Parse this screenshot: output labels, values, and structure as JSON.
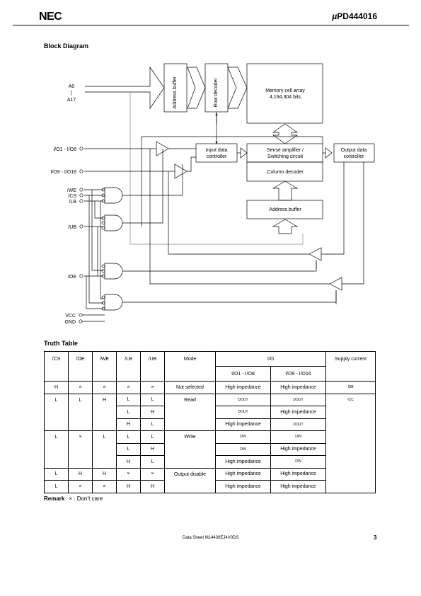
{
  "header": {
    "logo": "NEC",
    "part_prefix": "µ",
    "part_number": "PD444016"
  },
  "block_diagram": {
    "title": "Block Diagram",
    "blocks": {
      "address_buffer_top": "Address buffer",
      "row_decoder": "Row decoder",
      "memory_line1": "Memory cell array",
      "memory_line2": "4,194,304 bits",
      "sense_line1": "Sense amplifier /",
      "sense_line2": "Switching circuit",
      "column_decoder": "Column decoder",
      "address_buffer_bottom": "Address buffer",
      "input_ctrl_line1": "Input data",
      "input_ctrl_line2": "controller",
      "output_ctrl_line1": "Output data",
      "output_ctrl_line2": "controller"
    },
    "pins": {
      "a0": "A0",
      "a_sep": "|",
      "a17": "A17",
      "io1_8": "I/O1 - I/O8",
      "io9_16": "I/O9 - I/O16",
      "we": "/WE",
      "cs": "/CS",
      "lb": "/LB",
      "ub": "/UB",
      "oe": "/OE",
      "vcc": "VCC",
      "gnd": "GND"
    }
  },
  "truth_table": {
    "title": "Truth Table",
    "headers": {
      "cs": "/CS",
      "oe": "/OE",
      "we": "/WE",
      "lb": "/LB",
      "ub": "/UB",
      "mode": "Mode",
      "io": "I/O",
      "io1": "I/O1 - I/O8",
      "io9": "I/O9 - I/O16",
      "supply": "Supply current"
    },
    "rows": {
      "r1": {
        "cs": "H",
        "oe": "×",
        "we": "×",
        "lb": "×",
        "ub": "×",
        "mode": "Not selected",
        "io1": "High impedance",
        "io9": "High impedance",
        "supply": "ISB"
      },
      "r2": {
        "cs": "L",
        "oe": "L",
        "we": "H",
        "lb": "L",
        "ub": "L",
        "mode": "Read",
        "io1": "DOUT",
        "io9": "DOUT",
        "supply": "ICC"
      },
      "r3": {
        "lb": "L",
        "ub": "H",
        "io1": "DOUT",
        "io9": "High impedance"
      },
      "r4": {
        "lb": "H",
        "ub": "L",
        "io1": "High impedance",
        "io9": "DOUT"
      },
      "r5": {
        "cs": "L",
        "oe": "×",
        "we": "L",
        "lb": "L",
        "ub": "L",
        "mode": "Write",
        "io1": "DIN",
        "io9": "DIN"
      },
      "r6": {
        "lb": "L",
        "ub": "H",
        "io1": "DIN",
        "io9": "High impedance"
      },
      "r7": {
        "lb": "H",
        "ub": "L",
        "io1": "High impedance",
        "io9": "DIN"
      },
      "r8": {
        "cs": "L",
        "oe": "H",
        "we": "H",
        "lb": "×",
        "ub": "×",
        "mode": "Output disable",
        "io1": "High impedance",
        "io9": "High impedance"
      },
      "r9": {
        "cs": "L",
        "oe": "×",
        "we": "×",
        "lb": "H",
        "ub": "H",
        "io1": "High impedance",
        "io9": "High impedance"
      }
    }
  },
  "remark": {
    "label": "Remark",
    "text": "× : Don’t care"
  },
  "footer": {
    "datasheet": "Data Sheet  M14430EJ4V0DS",
    "page": "3"
  }
}
